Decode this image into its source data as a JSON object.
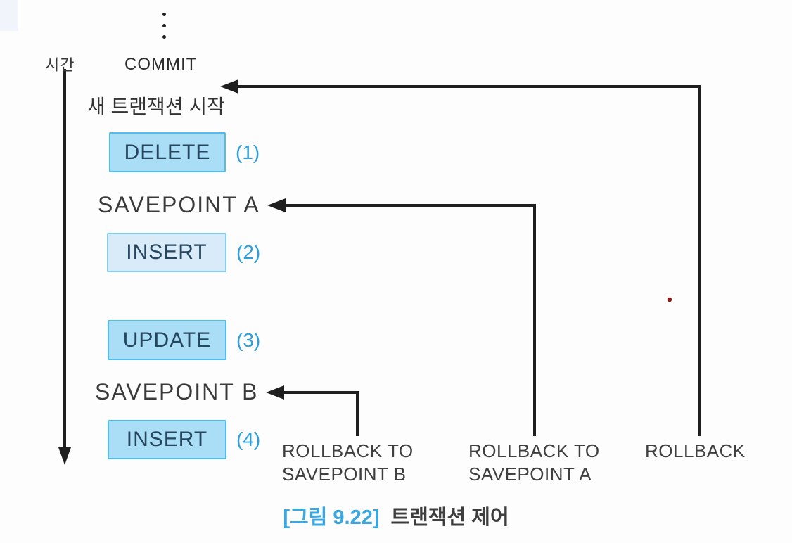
{
  "diagram": {
    "time_axis_label": "시간",
    "commit_label": "COMMIT",
    "new_transaction_label": "새 트랜잭션 시작",
    "statements": [
      {
        "label": "DELETE",
        "number": "(1)"
      },
      {
        "label": "INSERT",
        "number": "(2)"
      },
      {
        "label": "UPDATE",
        "number": "(3)"
      },
      {
        "label": "INSERT",
        "number": "(4)"
      }
    ],
    "savepoint_a_label": "SAVEPOINT A",
    "savepoint_b_label": "SAVEPOINT B",
    "rollback_to_b": {
      "line1": "ROLLBACK TO",
      "line2": "SAVEPOINT B"
    },
    "rollback_to_a": {
      "line1": "ROLLBACK TO",
      "line2": "SAVEPOINT A"
    },
    "rollback_label": "ROLLBACK"
  },
  "caption": {
    "figure_tag": "[그림 9.22]",
    "title": "트랜잭션 제어"
  },
  "colors": {
    "statement_box_fill": "#a9def6",
    "statement_box_fill_light": "#d9ebf8",
    "statement_box_border": "#54bce8",
    "statement_number_blue": "#2f9fda",
    "caption_blue": "#3aa7e0",
    "text_dark": "#383838",
    "arrow_line_black": "#1f1f1f",
    "stray_dot_red": "#8b1a15",
    "background": "#fdfdfd"
  }
}
